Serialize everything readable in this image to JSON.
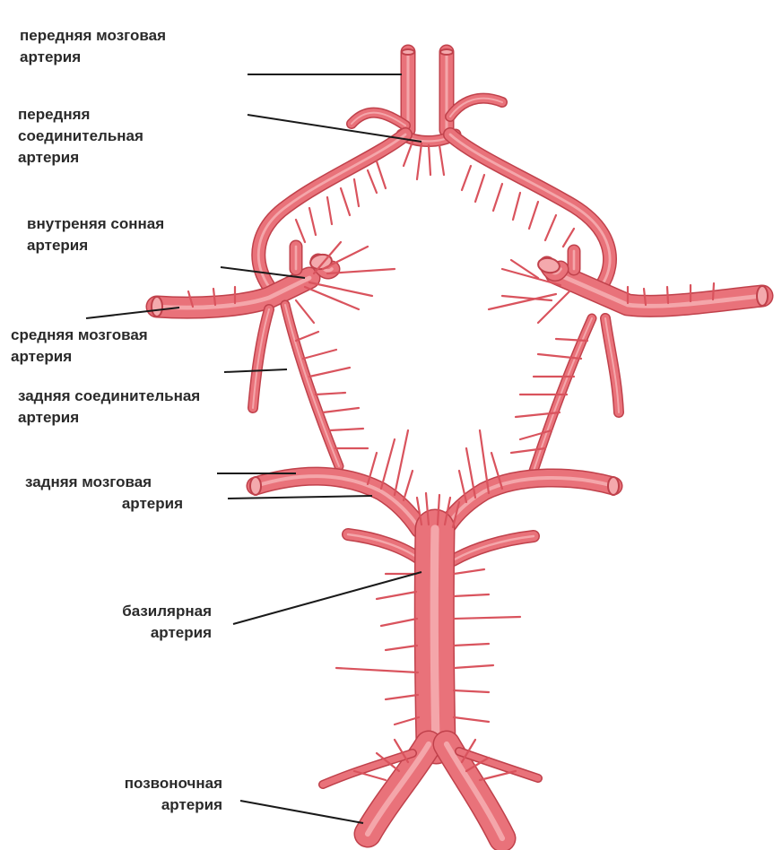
{
  "colors": {
    "artery_fill": "#e9727a",
    "artery_stroke": "#c0414b",
    "artery_highlight": "#f6b3b6",
    "branch": "#d9535d",
    "leader": "#1a1a1a",
    "label_text": "#2a2a2a",
    "background": "#ffffff"
  },
  "labels": [
    {
      "id": "anterior-cerebral",
      "line1": "передняя мозговая",
      "line2": "артерия"
    },
    {
      "id": "anterior-communicating",
      "line1": "передняя",
      "line2": "соединительная",
      "line3": "артерия"
    },
    {
      "id": "internal-carotid",
      "line1": "внутреняя сонная",
      "line2": "артерия"
    },
    {
      "id": "middle-cerebral",
      "line1": "средняя мозговая",
      "line2": "артерия"
    },
    {
      "id": "posterior-communicating",
      "line1": "задняя соединительная",
      "line2": "артерия"
    },
    {
      "id": "posterior-cerebral",
      "line1": "задняя мозговая",
      "line2": "артерия"
    },
    {
      "id": "basilar",
      "line1": "базилярная",
      "line2": "артерия"
    },
    {
      "id": "vertebral",
      "line1": "позвоночная",
      "line2": "артерия"
    }
  ]
}
